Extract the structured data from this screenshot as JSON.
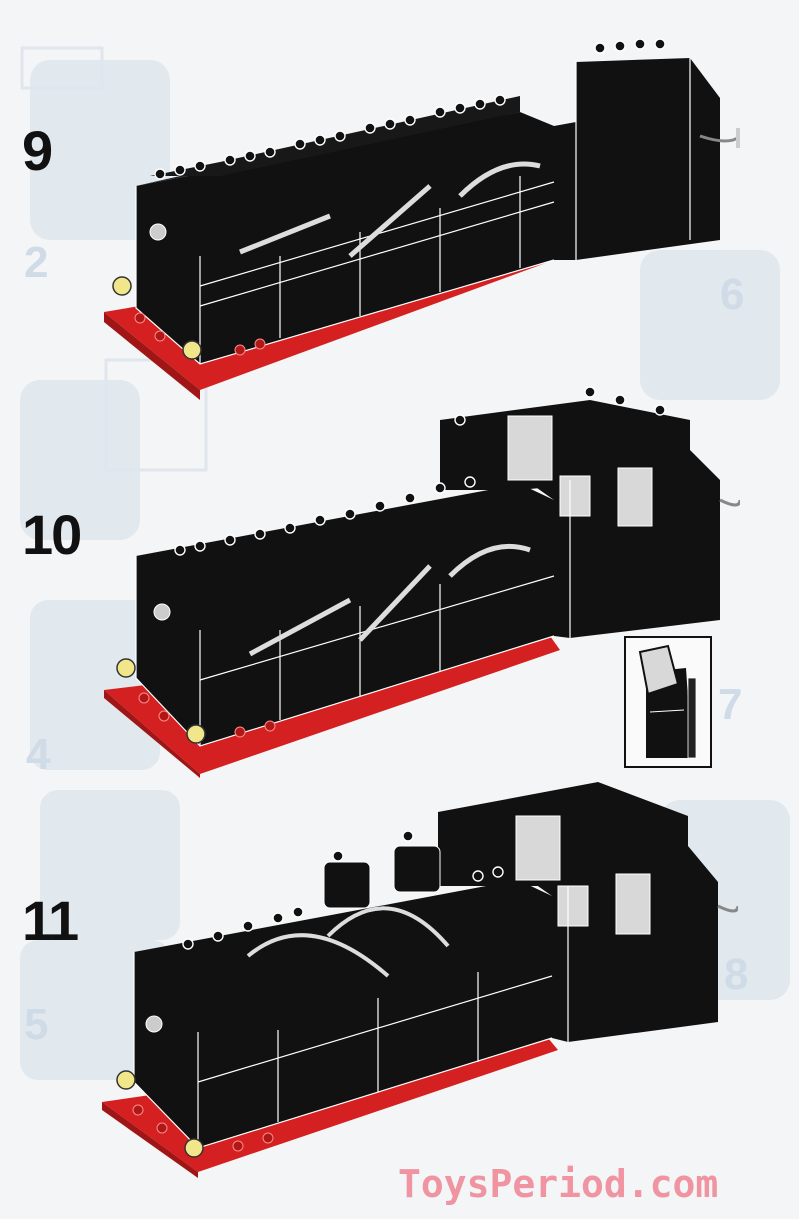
{
  "steps": [
    {
      "number": "9"
    },
    {
      "number": "10"
    },
    {
      "number": "11"
    }
  ],
  "watermark": "ToysPeriod.com",
  "colors": {
    "brick_black": "#111111",
    "baseplate_red": "#d42020",
    "buffer_yellow": "#f2e68a",
    "glass_grey": "#d8d8d8",
    "background": "#f4f5f6",
    "bleed_through": "#cfdbe6",
    "watermark_pink": "#f08a9a"
  }
}
